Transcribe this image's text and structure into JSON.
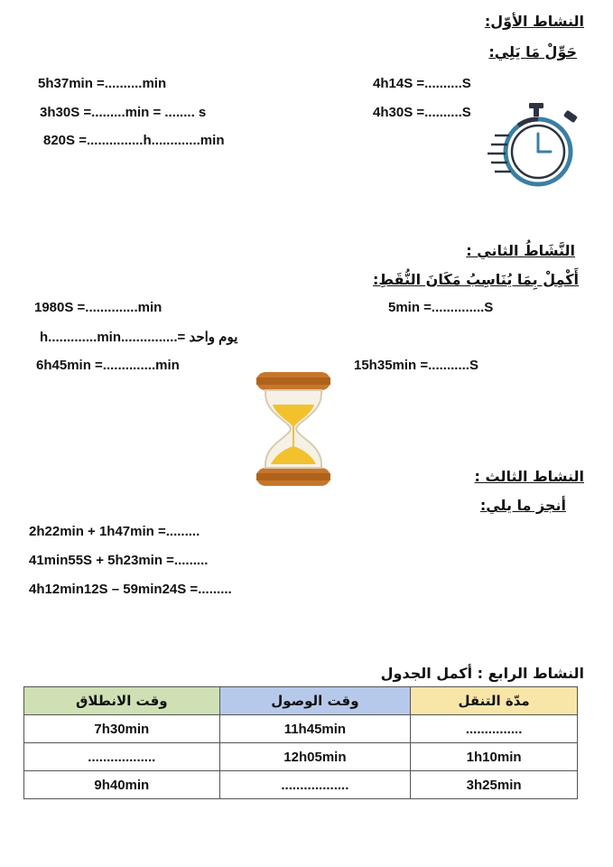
{
  "activity1": {
    "title": "النشاط الأوّل:",
    "instruction": "حَوِّلْ مَا يَلِي:",
    "left": [
      "5h37min =..........min",
      "3h30S =.........min = ........ s",
      "820S =...............h.............min"
    ],
    "right": [
      "4h14S =..........S",
      "4h30S =..........S"
    ]
  },
  "activity2": {
    "title": "النَّشَاطُ الثاني :",
    "instruction": "أَكْمِلْ بِمَا يُنَاسِبُ مَكَانَ النُّقَطِ:",
    "left": [
      "1980S =..............min",
      "يوم واحد =...............h.............min",
      "6h45min =..............min"
    ],
    "right": [
      "5min =..............S",
      "15h35min =...........S"
    ]
  },
  "activity3": {
    "title": "النشاط الثالث :",
    "instruction": "أنجز ما يلي:",
    "lines": [
      "2h22min  +   1h47min =.........",
      "41min55S  +   5h23min =.........",
      "4h12min12S   – 59min24S =........."
    ]
  },
  "activity4": {
    "title": "النشاط الرابع : أكمل الجدول",
    "table": {
      "headers": [
        "وقت الانطلاق",
        "وقت الوصول",
        "مدّة التنقل"
      ],
      "rows": [
        [
          "7h30min",
          "11h45min",
          "..............."
        ],
        [
          "..................",
          "12h05min",
          "1h10min"
        ],
        [
          "9h40min",
          "..................",
          "3h25min"
        ]
      ]
    }
  },
  "icons": {
    "stopwatch": "stopwatch-icon",
    "hourglass": "hourglass-icon"
  },
  "colors": {
    "stopwatch_blue": "#3a7fa3",
    "stopwatch_dark": "#2d3440",
    "hourglass_wood": "#c7772a",
    "hourglass_sand": "#f2c12e",
    "table_col1": "#cfe0b4",
    "table_col2": "#b7c9ea",
    "table_col3": "#f8e6a9"
  }
}
